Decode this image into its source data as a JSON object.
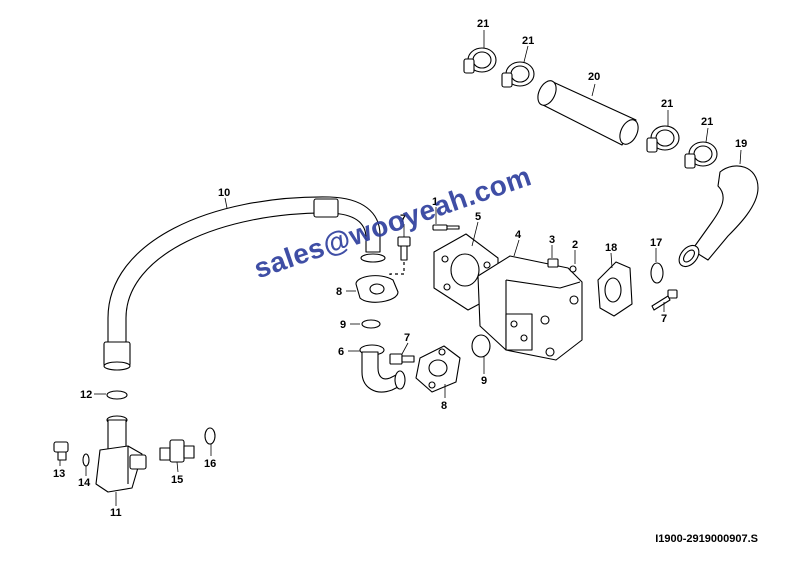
{
  "callouts": [
    "21",
    "21",
    "20",
    "21",
    "21",
    "19",
    "10",
    "1",
    "5",
    "4",
    "3",
    "2",
    "18",
    "17",
    "7",
    "7",
    "8",
    "9",
    "6",
    "7",
    "8",
    "9",
    "12",
    "13",
    "14",
    "11",
    "15",
    "16"
  ],
  "watermark": "sales@wooyeah.com",
  "drawing_code": "I1900-2919000907.S"
}
